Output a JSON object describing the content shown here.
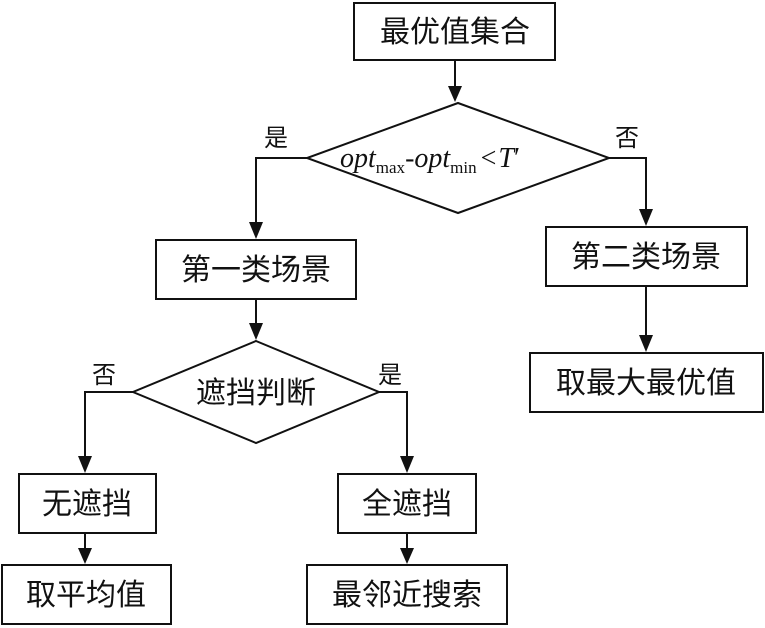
{
  "nodes": {
    "start": "最优值集合",
    "decision1": {
      "opt1": "opt",
      "max": "max",
      "dash": "-",
      "opt2": "opt",
      "min": "min",
      "lt": "<",
      "T": "T",
      "prime": "′"
    },
    "scene1": "第一类场景",
    "scene2": "第二类场景",
    "take_max": "取最大最优值",
    "decision2": "遮挡判断",
    "no_occlusion": "无遮挡",
    "full_occlusion": "全遮挡",
    "take_average": "取平均值",
    "nearest_search": "最邻近搜索"
  },
  "edge_labels": {
    "d1_yes": "是",
    "d1_no": "否",
    "d2_no": "否",
    "d2_yes": "是"
  }
}
